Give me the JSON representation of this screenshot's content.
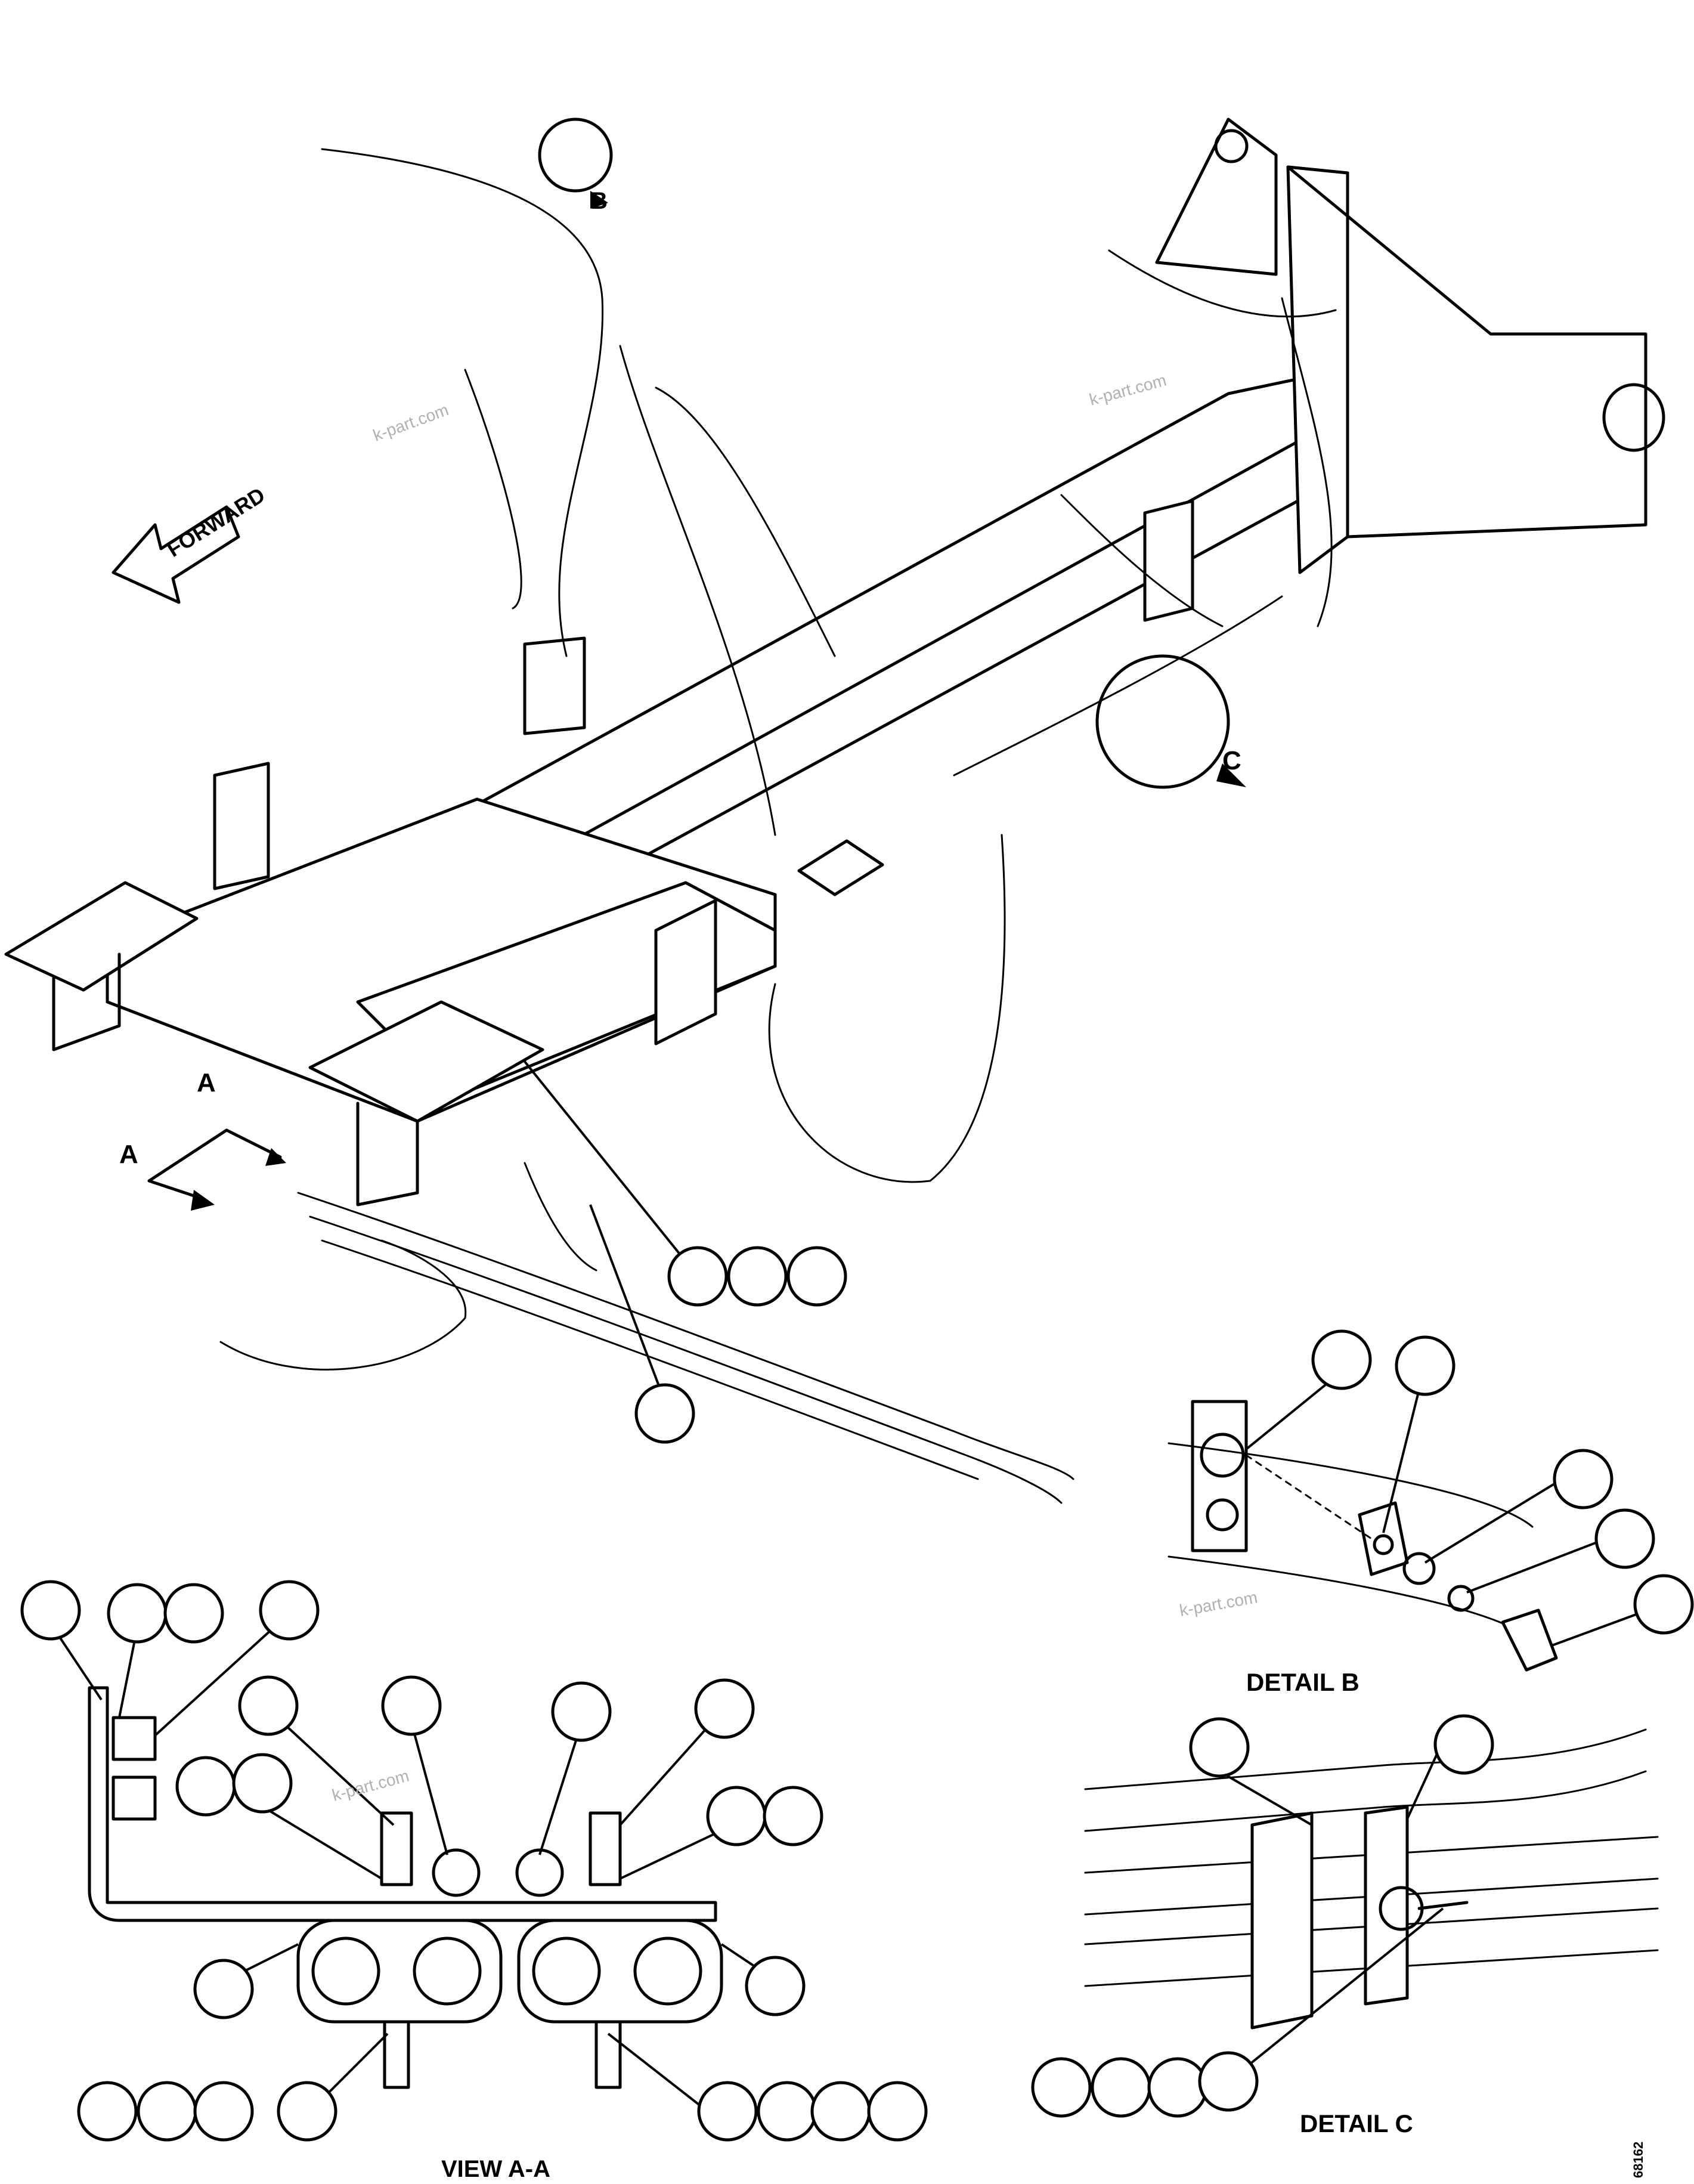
{
  "labels": {
    "forward": "FORWARD",
    "view_a": "A",
    "view_a_arrow": "A",
    "detail_b_marker": "B",
    "detail_c_marker": "C",
    "detail_b_title": "DETAIL B",
    "detail_c_title": "DETAIL C",
    "view_aa_title": "VIEW A-A",
    "drawing_number": "68162"
  },
  "watermark": "k-part.com",
  "callout_count": 36
}
